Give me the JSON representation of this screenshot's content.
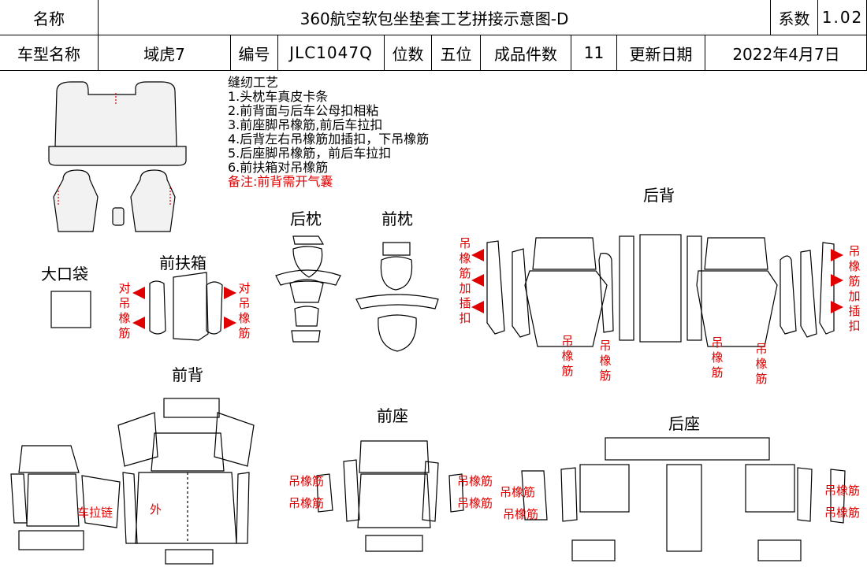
{
  "header": {
    "name_label": "名称",
    "title": "360航空软包坐垫套工艺拼接示意图-D",
    "coef_label": "系数",
    "coef_value": "1.02",
    "model_label": "车型名称",
    "model_value": "域虎7",
    "code_label": "编号",
    "code_value": "JLC1047Q",
    "seats_label": "位数",
    "seats_value": "五位",
    "pieces_label": "成品件数",
    "pieces_value": "11",
    "update_label": "更新日期",
    "update_value": "2022年4月7日"
  },
  "notes": {
    "title": "缝纫工艺",
    "items": [
      "1.头枕车真皮卡条",
      "2.前背面与后车公母扣相粘",
      "3.前座脚吊橡筋,前后车拉扣",
      "4.后背左右吊橡筋加插扣，下吊橡筋",
      "5.后座脚吊橡筋，前后车拉扣",
      "6.前扶箱对吊橡筋"
    ],
    "remark": "备注:前背需开气囊"
  },
  "sections": {
    "rear_headrest": "后枕",
    "front_headrest": "前枕",
    "rear_back": "后背",
    "big_pocket": "大口袋",
    "front_armrest": "前扶箱",
    "front_back": "前背",
    "front_seat": "前座",
    "rear_seat": "后座"
  },
  "annotations": {
    "pair_elastic": "对吊橡筋",
    "elastic_clip": "吊橡筋加插扣",
    "elastic": "吊橡筋",
    "zipper": "车拉链",
    "outer": "外"
  },
  "colors": {
    "annotation": "#e00000",
    "line": "#000000",
    "seat_preview_fill": "#f2f2f2"
  }
}
